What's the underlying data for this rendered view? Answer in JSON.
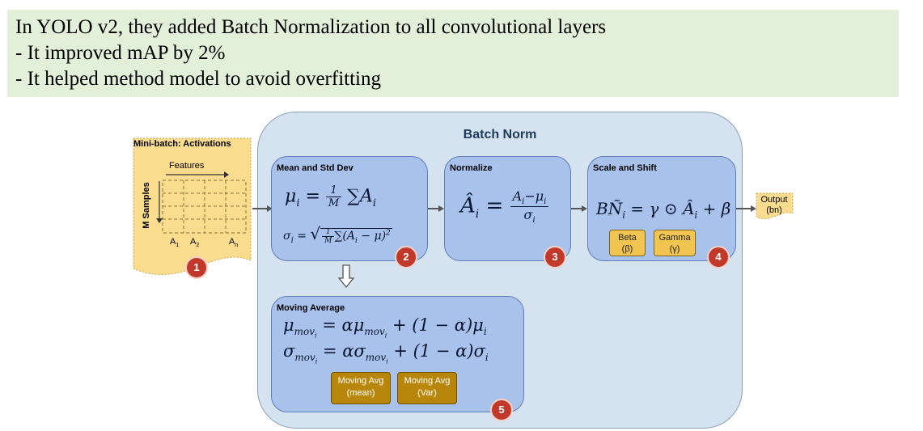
{
  "banner": {
    "line1": "In YOLO v2, they added Batch Normalization to all convolutional layers",
    "line2": "- It improved mAP by 2%",
    "line3": "- It helped method model to avoid overfitting"
  },
  "diagram": {
    "title": "Batch Norm",
    "minibatch": {
      "title": "Mini-batch: Activations",
      "features_label": "Features",
      "samples_label": "M Samples",
      "col_a1": "A",
      "col_a2": "A",
      "col_an": "A",
      "sub_1": "1",
      "sub_2": "2",
      "sub_n": "n",
      "badge": "1"
    },
    "mean_std": {
      "label": "Mean and Std Dev",
      "badge": "2"
    },
    "normalize": {
      "label": "Normalize",
      "badge": "3"
    },
    "scale_shift": {
      "label": "Scale and Shift",
      "badge": "4",
      "beta_label": "Beta",
      "beta_symbol": "(β)",
      "gamma_label": "Gamma",
      "gamma_symbol": "(γ)"
    },
    "moving_avg": {
      "label": "Moving Average",
      "badge": "5",
      "btn1_line1": "Moving Avg",
      "btn1_line2": "(mean)",
      "btn2_line1": "Moving Avg",
      "btn2_line2": "(Var)"
    },
    "output": {
      "line1": "Output",
      "line2": "(bn)"
    },
    "colors": {
      "outer_fill": "#d5e3f0",
      "box_fill": "#a9c2ec",
      "badge_red": "#c0392b",
      "param_yellow": "#f1c550",
      "moving_gold": "#b8860b",
      "banner_green": "#e2efd9"
    }
  }
}
